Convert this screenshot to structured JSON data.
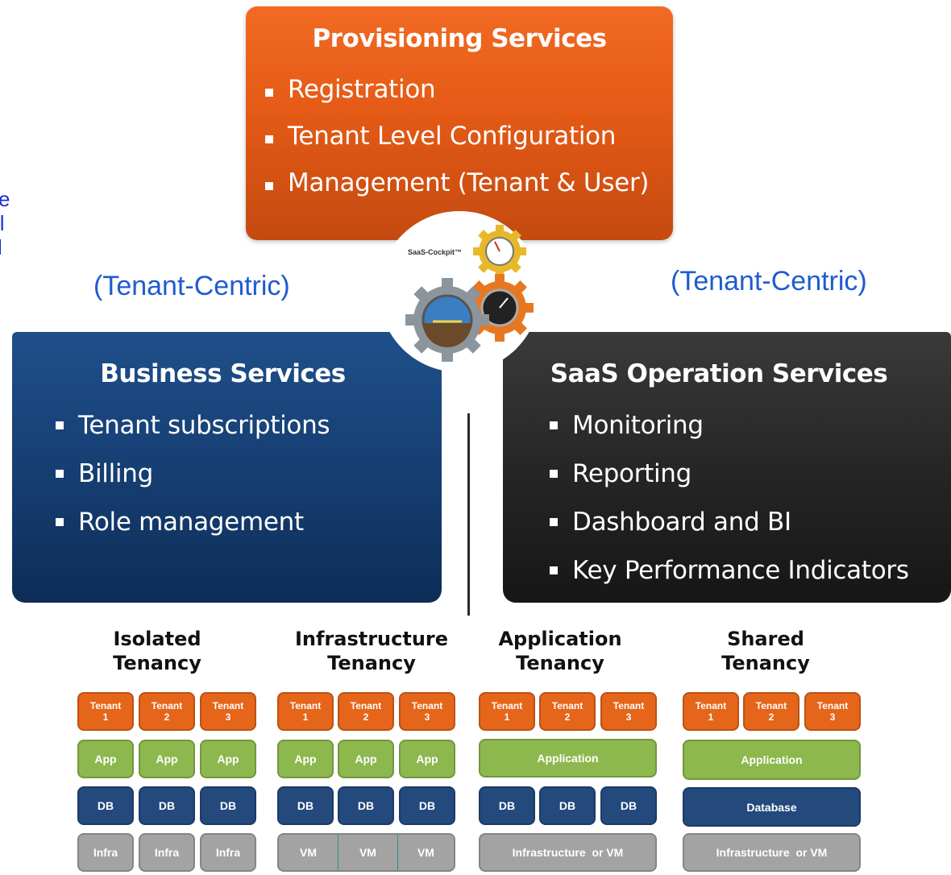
{
  "clipped_text": [
    "e",
    "ll",
    "l"
  ],
  "provisioning": {
    "title": "Provisioning Services",
    "items": [
      "Registration",
      "Tenant Level Configuration",
      "Management (Tenant & User)"
    ]
  },
  "business": {
    "label": "(Tenant-Centric)",
    "title": "Business Services",
    "items": [
      "Tenant subscriptions",
      "Billing",
      "Role management"
    ]
  },
  "operations": {
    "label": "(Tenant-Centric)",
    "title": "SaaS Operation Services",
    "items": [
      "Monitoring",
      "Reporting",
      "Dashboard and BI",
      "Key Performance Indicators"
    ]
  },
  "cockpit_logo_text": "SaaS-Cockpit™",
  "colors": {
    "tenant": "#e5651a",
    "app": "#8db84e",
    "db": "#23497d",
    "infra": "#a3a3a3"
  },
  "tenancy_models": [
    {
      "title_line1": "Isolated",
      "title_line2": "Tenancy",
      "tenants": [
        {
          "label": "Tenant",
          "num": "1"
        },
        {
          "label": "Tenant",
          "num": "2"
        },
        {
          "label": "Tenant",
          "num": "3"
        }
      ],
      "app_row": [
        "App",
        "App",
        "App"
      ],
      "db_row": [
        "DB",
        "DB",
        "DB"
      ],
      "infra_row": [
        "Infra",
        "Infra",
        "Infra"
      ]
    },
    {
      "title_line1": "Infrastructure",
      "title_line2": "Tenancy",
      "tenants": [
        {
          "label": "Tenant",
          "num": "1"
        },
        {
          "label": "Tenant",
          "num": "2"
        },
        {
          "label": "Tenant",
          "num": "3"
        }
      ],
      "app_row": [
        "App",
        "App",
        "App"
      ],
      "db_row": [
        "DB",
        "DB",
        "DB"
      ],
      "infra_row": [
        "VM",
        "VM",
        "VM"
      ]
    },
    {
      "title_line1": "Application",
      "title_line2": "Tenancy",
      "tenants": [
        {
          "label": "Tenant",
          "num": "1"
        },
        {
          "label": "Tenant",
          "num": "2"
        },
        {
          "label": "Tenant",
          "num": "3"
        }
      ],
      "app_row": [
        "Application"
      ],
      "db_row": [
        "DB",
        "DB",
        "DB"
      ],
      "infra_row": [
        "Infrastructure  or VM"
      ]
    },
    {
      "title_line1": "Shared",
      "title_line2": "Tenancy",
      "tenants": [
        {
          "label": "Tenant",
          "num": "1"
        },
        {
          "label": "Tenant",
          "num": "2"
        },
        {
          "label": "Tenant",
          "num": "3"
        }
      ],
      "app_row": [
        "Application"
      ],
      "db_row": [
        "Database"
      ],
      "infra_row": [
        "Infrastructure  or VM"
      ]
    }
  ]
}
